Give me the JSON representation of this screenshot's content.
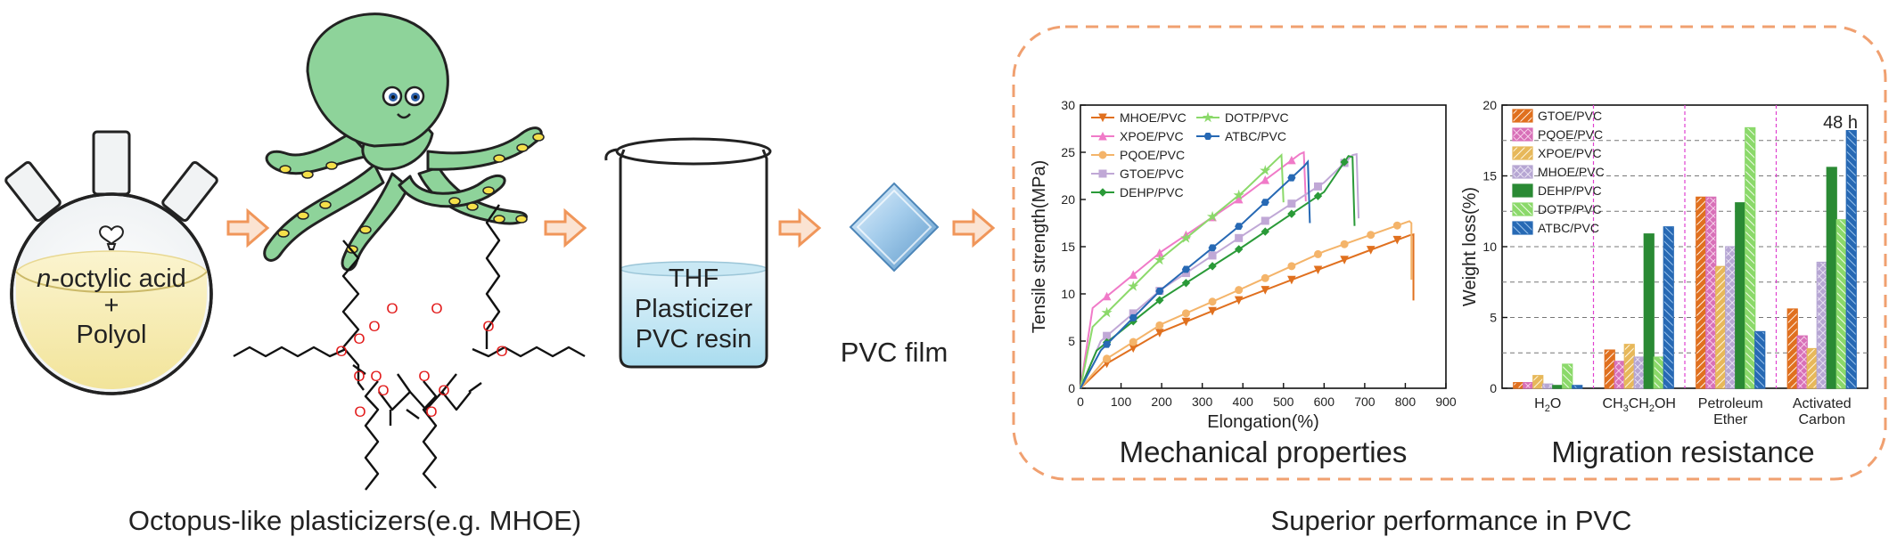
{
  "flask": {
    "line1_italic": "n",
    "line1_rest": "-octylic acid",
    "plus": "+",
    "line3": "Polyol"
  },
  "octopus": {
    "caption": "Octopus-like plasticizers(e.g. MHOE)",
    "ester_o_label": "O"
  },
  "beaker": {
    "line1": "THF",
    "line2": "Plasticizer",
    "line3": "PVC resin"
  },
  "film": {
    "label": "PVC film"
  },
  "results": {
    "caption": "Superior performance in PVC",
    "mechanical_label": "Mechanical properties",
    "migration_label": "Migration resistance",
    "border_color": "#f0a070"
  },
  "chart_data": [
    {
      "type": "line",
      "xlabel": "Elongation(%)",
      "ylabel": "Tensile strength(MPa)",
      "xlim": [
        0,
        900
      ],
      "ylim": [
        0,
        30
      ],
      "xticks": [
        "0",
        "100",
        "200",
        "300",
        "400",
        "500",
        "600",
        "700",
        "800",
        "900"
      ],
      "yticks": [
        "0",
        "5",
        "10",
        "15",
        "20",
        "25",
        "30"
      ],
      "legend_position": "top-left",
      "series": [
        {
          "name": "MHOE/PVC",
          "color": "#e0701f",
          "marker": "triangle-down",
          "x": [
            0,
            60,
            200,
            400,
            600,
            810,
            820,
            820
          ],
          "y": [
            0,
            2.5,
            6.0,
            9.5,
            12.8,
            16.2,
            16.3,
            9.3
          ]
        },
        {
          "name": "XPOE/PVC",
          "color": "#f07ac8",
          "marker": "triangle-up",
          "x": [
            0,
            30,
            200,
            400,
            540,
            550,
            555
          ],
          "y": [
            0,
            8.5,
            14.5,
            20.3,
            24.8,
            25.0,
            19.8
          ]
        },
        {
          "name": "PQOE/PVC",
          "color": "#f4b46a",
          "marker": "circle",
          "x": [
            0,
            60,
            200,
            400,
            600,
            810,
            815,
            815
          ],
          "y": [
            0,
            3.0,
            6.8,
            10.6,
            14.5,
            17.7,
            17.5,
            11.5
          ]
        },
        {
          "name": "GTOE/PVC",
          "color": "#c0a8d6",
          "marker": "square",
          "x": [
            0,
            50,
            200,
            400,
            600,
            670,
            680,
            685
          ],
          "y": [
            0,
            5.0,
            10.5,
            16.2,
            21.8,
            24.7,
            24.8,
            18.0
          ]
        },
        {
          "name": "DEHP/PVC",
          "color": "#2a9a38",
          "marker": "diamond",
          "x": [
            0,
            40,
            200,
            400,
            600,
            660,
            670,
            675
          ],
          "y": [
            0,
            4.0,
            9.5,
            15.0,
            20.8,
            24.6,
            24.5,
            17.2
          ]
        },
        {
          "name": "DOTP/PVC",
          "color": "#8bd96a",
          "marker": "star",
          "x": [
            0,
            30,
            200,
            400,
            490,
            495,
            500
          ],
          "y": [
            0,
            6.5,
            13.8,
            20.8,
            24.5,
            24.7,
            19.7
          ]
        },
        {
          "name": "ATBC/PVC",
          "color": "#2769b4",
          "marker": "hexagon",
          "x": [
            0,
            50,
            200,
            400,
            550,
            560,
            565
          ],
          "y": [
            0,
            4.0,
            10.5,
            17.5,
            23.5,
            24.0,
            17.5
          ]
        }
      ]
    },
    {
      "type": "bar",
      "ylabel": "Weight loss(%)",
      "ylim": [
        0,
        20
      ],
      "yticks": [
        "0",
        "5",
        "10",
        "15",
        "20"
      ],
      "annotation": "48 h",
      "legend_position": "top-left",
      "categories": [
        {
          "parts": [
            "H",
            "2",
            "O"
          ]
        },
        {
          "parts": [
            "CH",
            "3",
            "CH",
            "2",
            "OH"
          ]
        },
        {
          "lines": [
            "Petroleum",
            "Ether"
          ]
        },
        {
          "lines": [
            "Activated",
            "Carbon"
          ]
        }
      ],
      "series": [
        {
          "name": "GTOE/PVC",
          "color": "#e0701f",
          "pattern": "diag",
          "values": [
            0.4,
            2.7,
            13.5,
            5.6
          ]
        },
        {
          "name": "PQOE/PVC",
          "color": "#d870b8",
          "pattern": "cross",
          "values": [
            0.4,
            1.9,
            13.5,
            3.7
          ]
        },
        {
          "name": "XPOE/PVC",
          "color": "#e7b85a",
          "pattern": "diag",
          "values": [
            0.9,
            3.1,
            8.6,
            2.8
          ]
        },
        {
          "name": "MHOE/PVC",
          "color": "#b6a6d3",
          "pattern": "cross",
          "values": [
            0.3,
            2.2,
            10.0,
            8.9
          ]
        },
        {
          "name": "DEHP/PVC",
          "color": "#2a8a34",
          "pattern": "none",
          "values": [
            0.2,
            10.9,
            13.1,
            15.6
          ]
        },
        {
          "name": "DOTP/PVC",
          "color": "#8bd96a",
          "pattern": "back",
          "values": [
            1.7,
            2.2,
            18.4,
            11.9
          ]
        },
        {
          "name": "ATBC/PVC",
          "color": "#2769b4",
          "pattern": "back",
          "values": [
            0.2,
            11.4,
            4.0,
            18.2
          ]
        }
      ]
    }
  ]
}
